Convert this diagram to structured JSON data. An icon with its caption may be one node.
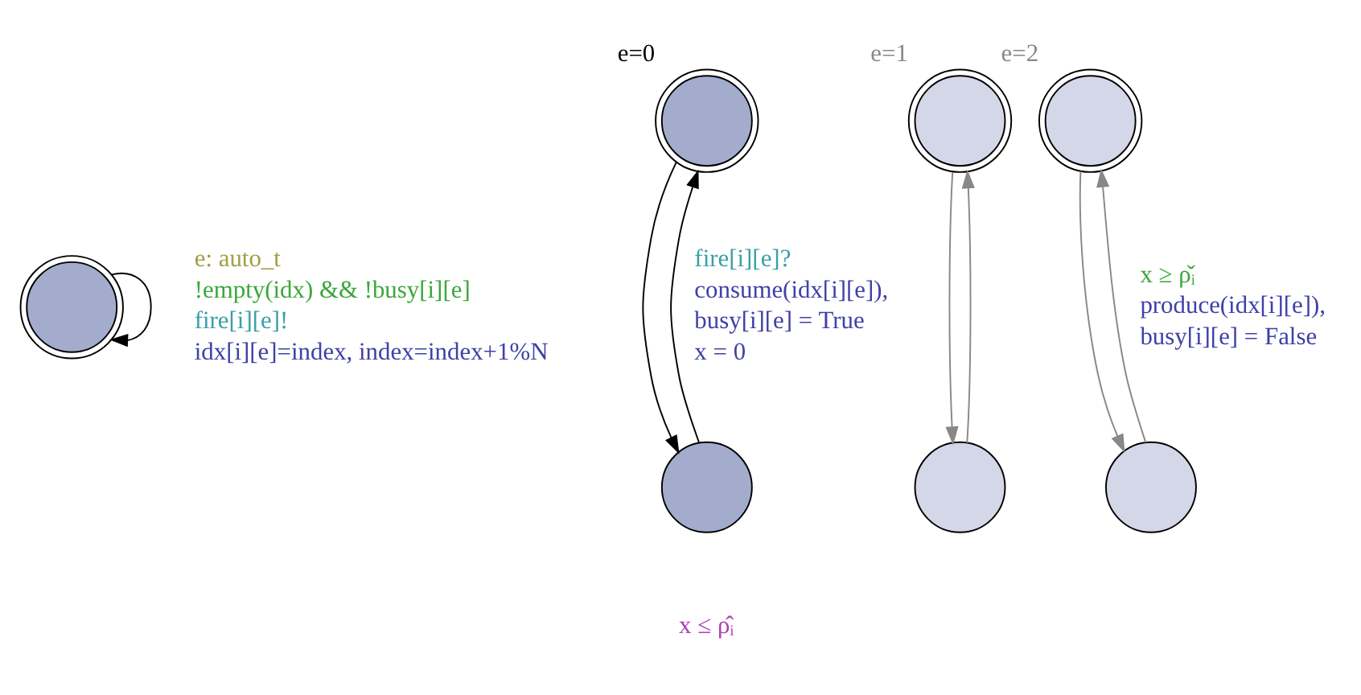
{
  "diagram": {
    "nodes": [
      {
        "text": [],
        "shape": "circle"
      },
      {
        "text": [],
        "shape": "circle",
        "beside": [
          "e=0"
        ]
      },
      {
        "text": [],
        "shape": "circle",
        "beside": [
          "e=1"
        ]
      },
      {
        "text": [],
        "shape": "circle",
        "beside": [
          "e=2"
        ]
      },
      {
        "text": [],
        "shape": "circle"
      },
      {
        "text": [],
        "shape": "circle"
      },
      {
        "text": [],
        "shape": "circle"
      }
    ],
    "edges": [
      {
        "from": 0,
        "to": 0,
        "arrow": "to",
        "color": "#000000"
      },
      {
        "from": 1,
        "to": 4,
        "arrow": "to",
        "color": "#000000"
      },
      {
        "from": 2,
        "to": 5,
        "arrow": "to",
        "color": "#888888"
      },
      {
        "from": 3,
        "to": 6,
        "arrow": "to",
        "color": "#888888"
      },
      {
        "from": 4,
        "to": 1,
        "arrow": "to",
        "color": "#000000"
      },
      {
        "from": 5,
        "to": 2,
        "arrow": "to",
        "color": "#888888"
      },
      {
        "from": 6,
        "to": 3,
        "arrow": "to",
        "color": "#888888"
      }
    ],
    "labels": [
      "e: auto_t",
      "!empty(idx) && !busy[i][e]",
      "fire[i][e]!",
      "idx[i][e]=index, index=index+1%N",
      "fire[i][e]?",
      "consume(idx[i][e]),",
      "busy[i][e] = True",
      "x = 0",
      "x ≥ ρ̌ᵢ",
      "produce(idx[i][e]),",
      "busy[i][e] = False",
      "x ≤ ρ̂ᵢ"
    ]
  }
}
